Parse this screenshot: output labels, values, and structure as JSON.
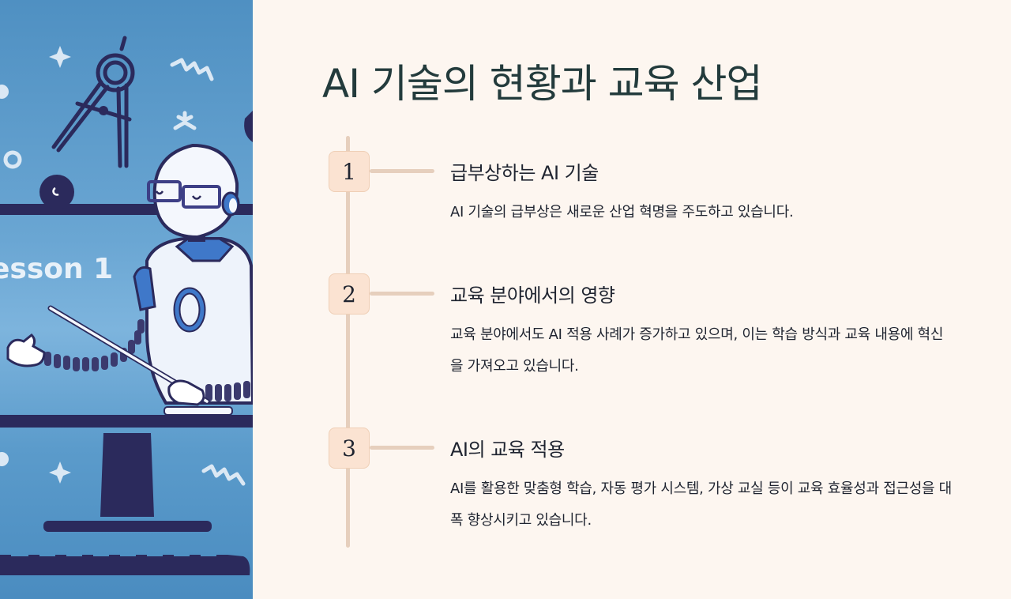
{
  "slide": {
    "title": "AI 기술의 현황과 교육 산업"
  },
  "illustration": {
    "caption": "esson 1",
    "description": "robot teacher with glasses holding a pointer"
  },
  "steps": [
    {
      "number": "1",
      "title": "급부상하는 AI 기술",
      "body": "AI 기술의 급부상은 새로운 산업 혁명을 주도하고 있습니다."
    },
    {
      "number": "2",
      "title": "교육 분야에서의 영향",
      "body": "교육 분야에서도 AI 적용 사례가 증가하고 있으며, 이는 학습 방식과 교육 내용에 혁신을 가져오고 있습니다."
    },
    {
      "number": "3",
      "title": "AI의 교육 적용",
      "body": "AI를 활용한 맞춤형 학습, 자동 평가 시스템, 가상 교실 등이 교육 효율성과 접근성을 대폭 향상시키고 있습니다."
    }
  ],
  "colors": {
    "background": "#fdf6f0",
    "title": "#233b3c",
    "badge_fill": "#fbe3d2",
    "timeline": "#e6cfbd",
    "illustration_navy": "#2b2a5c",
    "illustration_blue": "#5b9bcb"
  }
}
